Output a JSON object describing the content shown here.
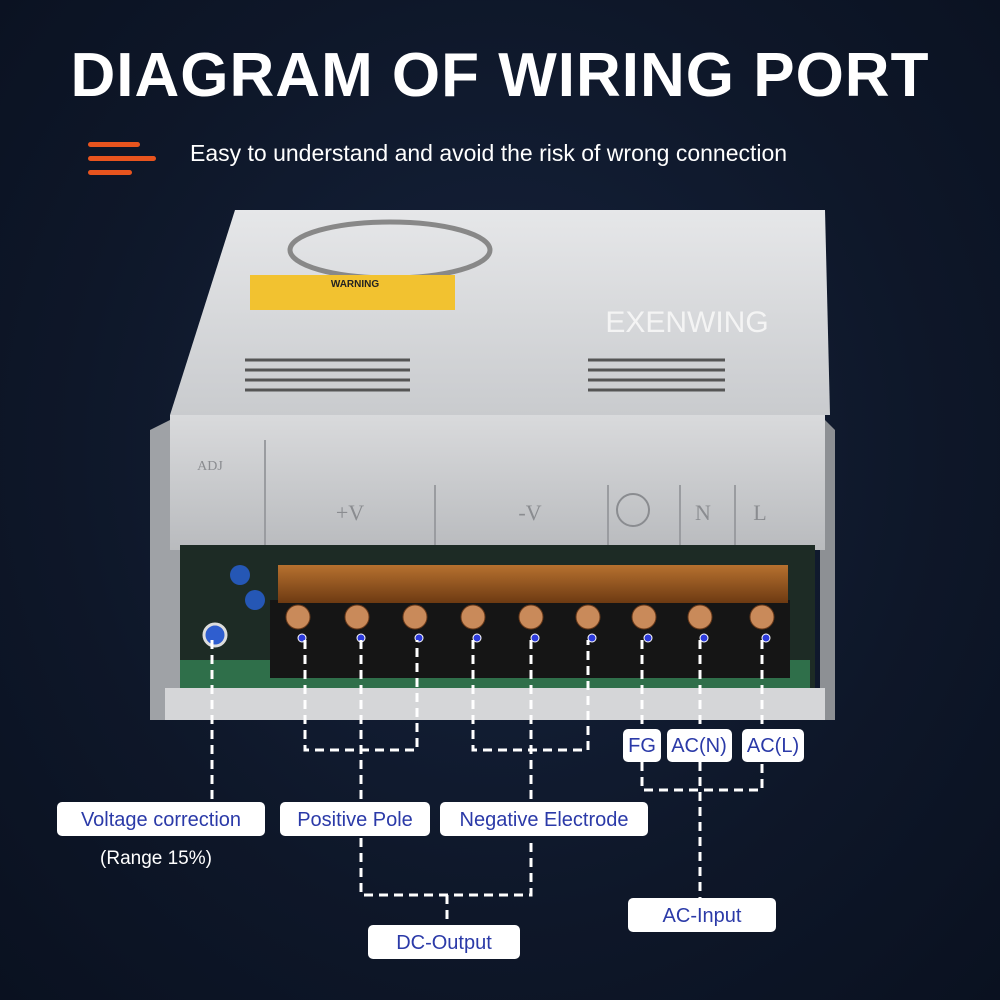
{
  "header": {
    "title": "DIAGRAM OF WIRING PORT",
    "subtitle": "Easy to understand and avoid the risk of wrong connection",
    "accent_color": "#e8541e"
  },
  "product": {
    "watermark": "EXENWING",
    "warning_label": "WARNING",
    "panel_markings": [
      "ADJ",
      "+V",
      "-V",
      "N",
      "L"
    ],
    "terminal_count": 9
  },
  "labels": {
    "voltage_correction": "Voltage correction",
    "range_note": "(Range 15%)",
    "positive_pole": "Positive Pole",
    "negative_electrode": "Negative Electrode",
    "dc_output": "DC-Output",
    "fg": "FG",
    "ac_n": "AC(N)",
    "ac_l": "AC(L)",
    "ac_input": "AC-Input"
  },
  "colors": {
    "label_text": "#2b3aa8",
    "background": "#0e1729",
    "terminal_dot": "#2d3bdc"
  }
}
